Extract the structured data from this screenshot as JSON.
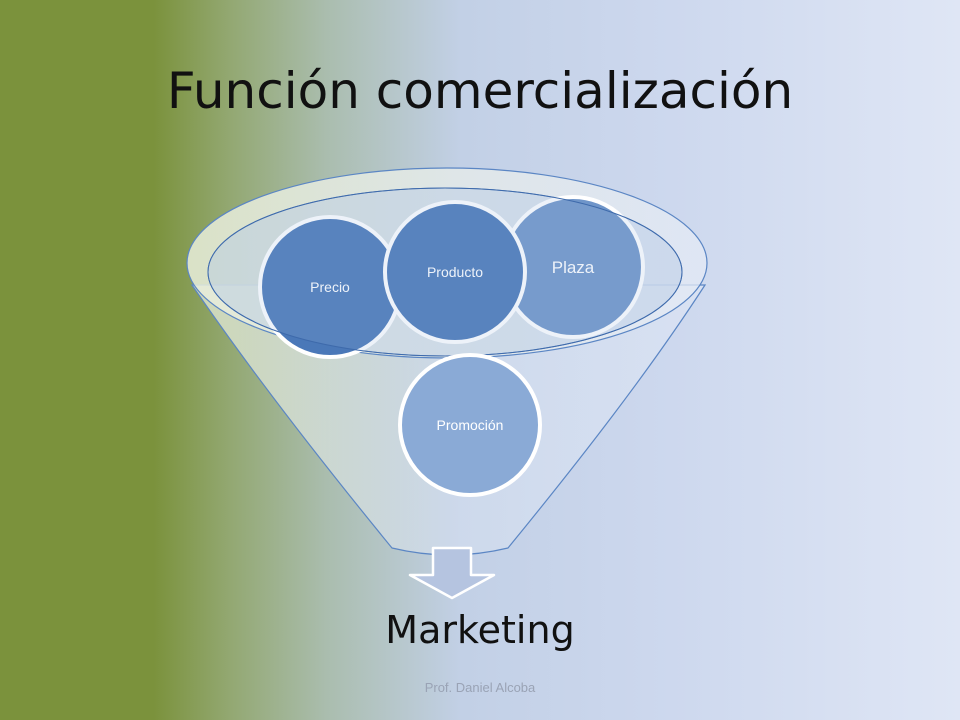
{
  "slide": {
    "title": "Función comercialización",
    "bottom_label": "Marketing",
    "footer": "Prof. Daniel Alcoba"
  },
  "funnel": {
    "circles": {
      "plaza": "Plaza",
      "precio": "Precio",
      "producto": "Producto",
      "promocion": "Promoción"
    }
  },
  "colors": {
    "dark_blue": "#4a78b8",
    "mid_blue": "#6f95c9",
    "light_blue": "#8aaad6",
    "green_side": "#7b923c"
  }
}
